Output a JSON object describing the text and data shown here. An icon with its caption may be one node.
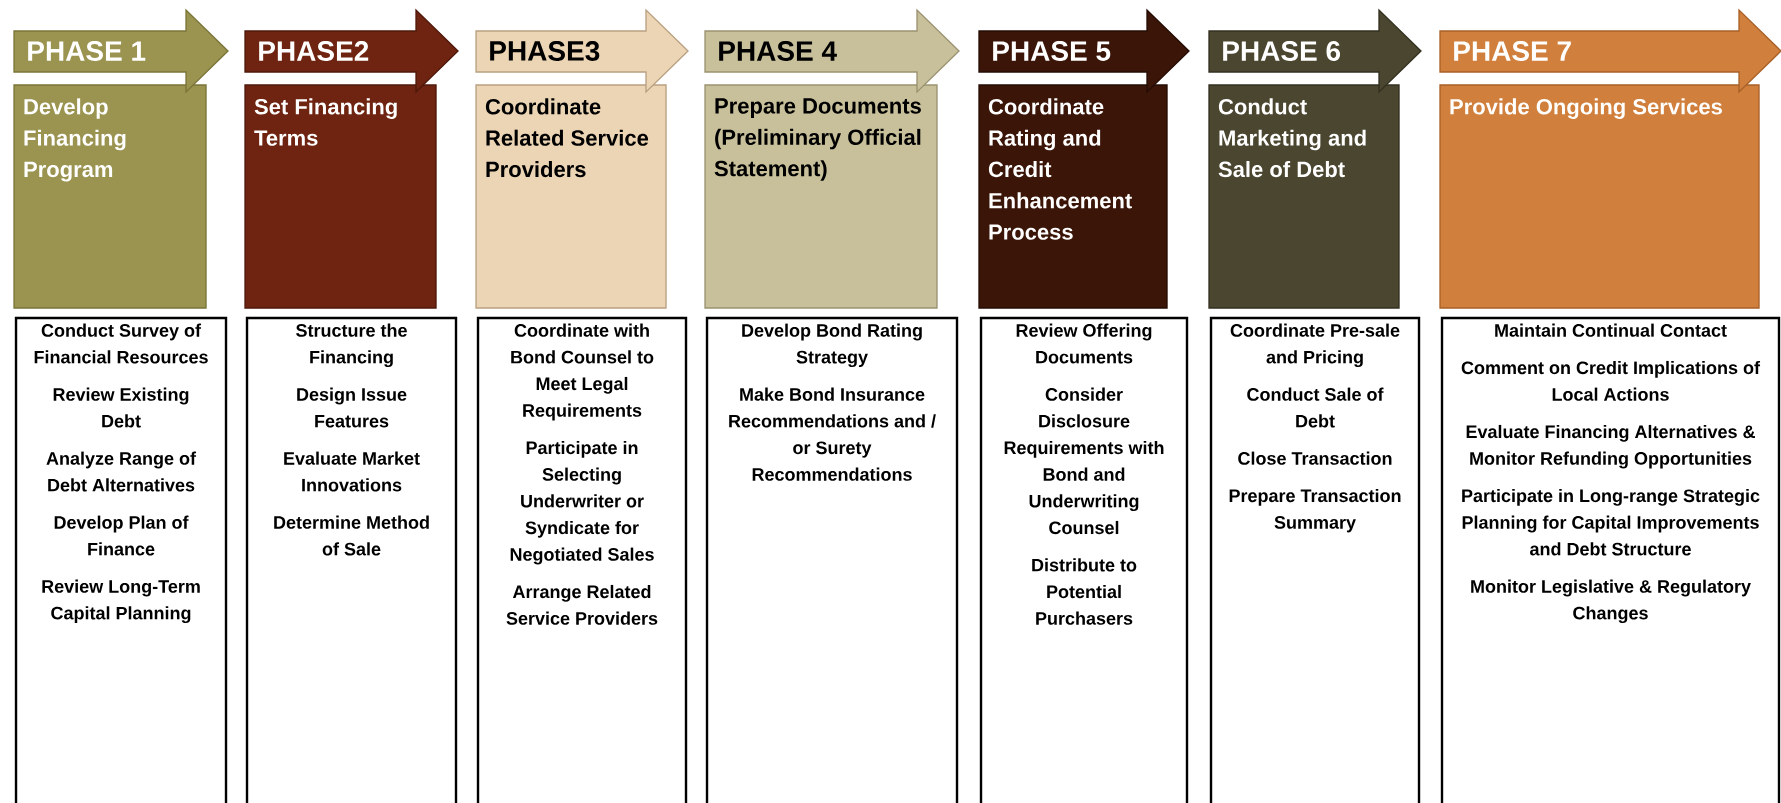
{
  "diagram": {
    "nodes": [
      {
        "text": [
          "PHASE 1"
        ]
      },
      {
        "text": [
          "Develop Financing Program"
        ]
      },
      {
        "text": [
          "Conduct Survey of Financial Resources",
          "Review Existing Debt",
          "Analyze Range of Debt Alternatives",
          "Develop Plan of Finance",
          "Review Long-Term Capital Planning"
        ]
      },
      {
        "text": [
          "PHASE2"
        ]
      },
      {
        "text": [
          "Set Financing Terms"
        ]
      },
      {
        "text": [
          "Structure the Financing",
          "Design Issue Features",
          "Evaluate Market Innovations",
          "Determine Method of Sale"
        ]
      },
      {
        "text": [
          "PHASE3"
        ]
      },
      {
        "text": [
          "Coordinate Related Service Providers"
        ]
      },
      {
        "text": [
          "Coordinate with Bond Counsel to Meet Legal Requirements",
          "Participate in Selecting Underwriter or Syndicate for Negotiated Sales",
          "Arrange Related Service Providers"
        ]
      },
      {
        "text": [
          "PHASE 4"
        ]
      },
      {
        "text": [
          "Prepare Documents (Preliminary Official Statement)"
        ]
      },
      {
        "text": [
          "Develop Bond Rating Strategy",
          "Make Bond Insurance Recommendations and / or Surety Recommendations"
        ]
      },
      {
        "text": [
          "PHASE 5"
        ]
      },
      {
        "text": [
          "Coordinate Rating and Credit Enhancement Process"
        ]
      },
      {
        "text": [
          "Review Offering Documents",
          "Consider Disclosure Requirements with Bond and Underwriting Counsel",
          "Distribute to Potential Purchasers"
        ]
      },
      {
        "text": [
          "PHASE 6"
        ]
      },
      {
        "text": [
          "Conduct Marketing and Sale of Debt"
        ]
      },
      {
        "text": [
          "Coordinate Pre-sale and Pricing",
          "Conduct Sale of Debt",
          "Close Transaction",
          "Prepare Transaction Summary"
        ]
      },
      {
        "text": [
          "PHASE 7"
        ]
      },
      {
        "text": [
          "Provide Ongoing Services"
        ]
      },
      {
        "text": [
          "Maintain Continual Contact",
          "Comment on Credit Implications of Local Actions",
          "Evaluate Financing Alternatives & Monitor Refunding Opportunities",
          "Participate in Long-range Strategic Planning for Capital Improvements and Debt Structure",
          "Monitor Legislative & Regulatory Changes"
        ]
      }
    ]
  }
}
